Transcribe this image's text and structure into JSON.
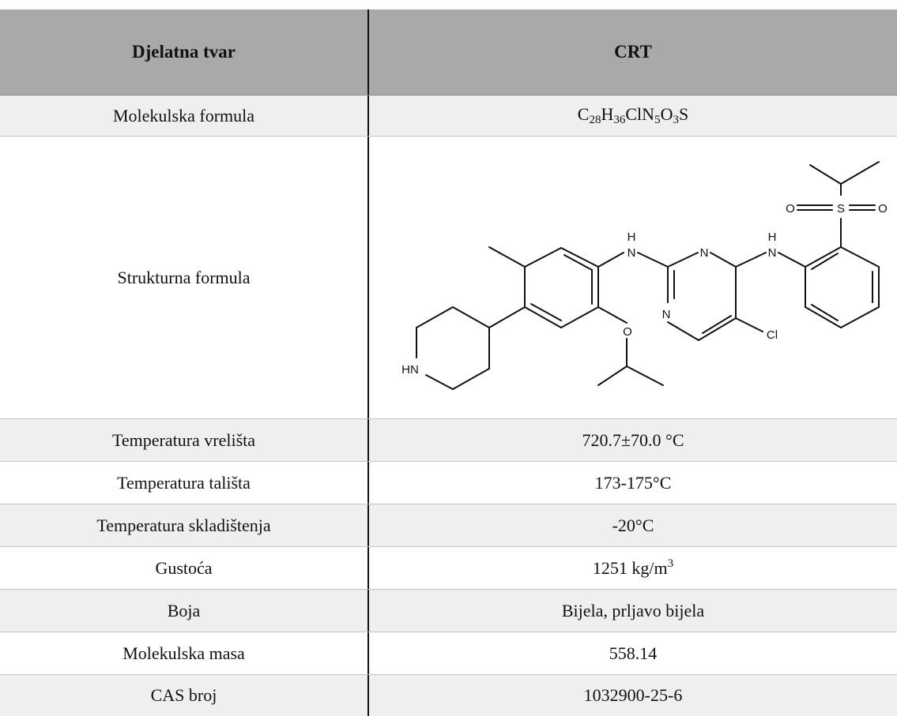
{
  "table": {
    "header": {
      "left": "Djelatna tvar",
      "right": "CRT"
    },
    "rows": [
      {
        "label": "Molekulska formula",
        "value_parts": [
          "C",
          "28",
          "H",
          "36",
          "ClN",
          "5",
          "O",
          "3",
          "S"
        ]
      },
      {
        "label": "Strukturna formula"
      },
      {
        "label": "Temperatura vrelišta",
        "value": "720.7±70.0 °C"
      },
      {
        "label": "Temperatura tališta",
        "value": "173-175°C"
      },
      {
        "label": "Temperatura skladištenja",
        "value": "-20°C"
      },
      {
        "label": "Gustoća",
        "value": "1251 kg/m",
        "value_sup": "3"
      },
      {
        "label": "Boja",
        "value": "Bijela, prljavo bijela"
      },
      {
        "label": "Molekulska masa",
        "value": "558.14"
      },
      {
        "label": "CAS broj",
        "value": "1032900-25-6"
      }
    ]
  },
  "structure": {
    "atoms": {
      "nh_left": "H",
      "n_left": "N",
      "n_top": "N",
      "n_bottom": "N",
      "nh_right": "H",
      "n_right": "N",
      "o_ether": "O",
      "cl": "Cl",
      "hn": "HN",
      "o1": "O",
      "s": "S",
      "o2": "O"
    }
  }
}
